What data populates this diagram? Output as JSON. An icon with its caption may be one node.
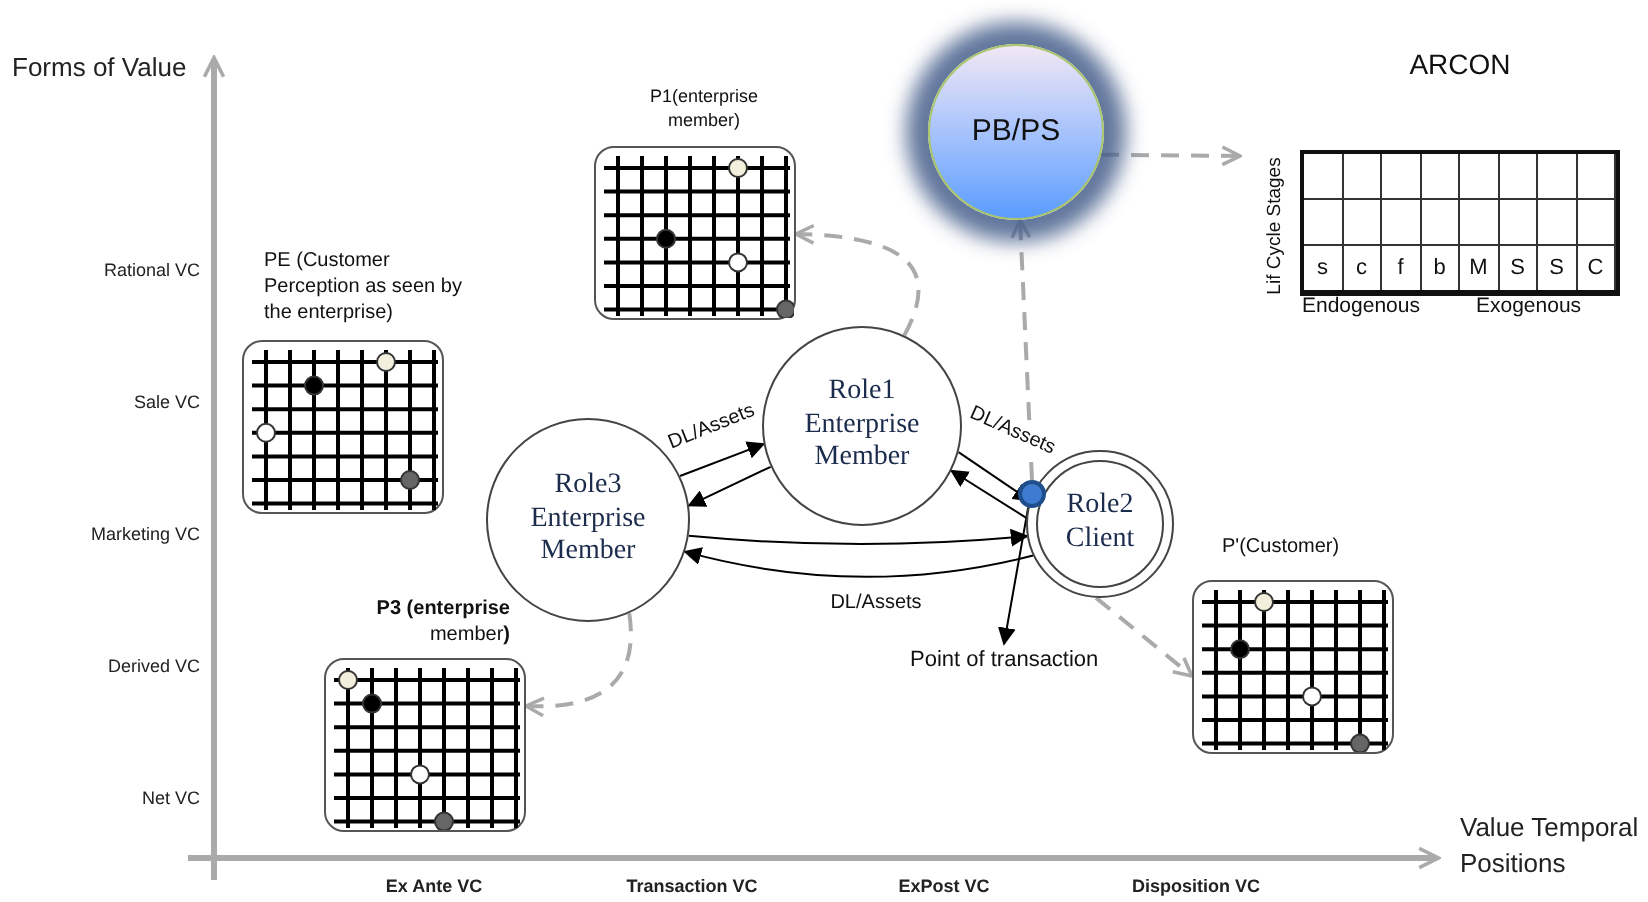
{
  "diagram": {
    "nodes": [
      {
        "text": [
          "P1(enterprise member)"
        ]
      },
      {
        "text": [
          "PB/PS"
        ]
      },
      {
        "text": [
          "ARCON",
          "Lif Cycle Stages",
          "s",
          "c",
          "f",
          "b",
          "M",
          "S",
          "S",
          "C",
          "Endogenous",
          "Exogenous"
        ]
      },
      {
        "text": [
          "PE (Customer Perception as seen by the enterprise)"
        ]
      },
      {
        "text": [
          "Role1 Enterprise Member"
        ]
      },
      {
        "text": [
          "Role3 Enterprise Member"
        ]
      },
      {
        "text": [
          "Role2 Client"
        ]
      },
      {
        "text": [],
        "shape": "circle"
      },
      {
        "text": [
          "Point of transaction"
        ]
      },
      {
        "text": [
          "P'(Customer)"
        ]
      },
      {
        "text": [
          "**P3 (enterprise** member**)**"
        ]
      }
    ],
    "edges": [
      {
        "from": 4,
        "to": 0,
        "arrow": "to",
        "style": "dashed",
        "color": "#aaaaaa"
      },
      {
        "from": 7,
        "to": 1,
        "arrow": "to",
        "style": "dashed",
        "color": "#aaaaaa"
      },
      {
        "from": 1,
        "to": 2,
        "arrow": "to",
        "style": "dashed",
        "color": "#aaaaaa"
      },
      {
        "from": 5,
        "to": 4,
        "arrow": "to",
        "label": "DL/Assets"
      },
      {
        "from": 4,
        "to": 5,
        "arrow": "to"
      },
      {
        "from": 4,
        "to": 6,
        "arrow": "to",
        "label": "DL/Assets"
      },
      {
        "from": 6,
        "to": 4,
        "arrow": "to"
      },
      {
        "from": 5,
        "to": 6,
        "arrow": "to"
      },
      {
        "from": 6,
        "to": 5,
        "arrow": "to",
        "label": "DL/Assets"
      },
      {
        "from": 7,
        "to": 8,
        "arrow": "to"
      },
      {
        "from": 5,
        "to": 10,
        "arrow": "to",
        "style": "dashed",
        "color": "#aaaaaa"
      },
      {
        "from": 6,
        "to": 9,
        "arrow": "to",
        "style": "dashed",
        "color": "#aaaaaa"
      }
    ],
    "labels": [
      "Forms of Value",
      "Rational VC",
      "Sale VC",
      "Marketing VC",
      "Derived VC",
      "Net VC",
      "Value Temporal Positions",
      "Ex Ante VC",
      "Transaction VC",
      "ExPost VC",
      "Disposition VC"
    ]
  }
}
